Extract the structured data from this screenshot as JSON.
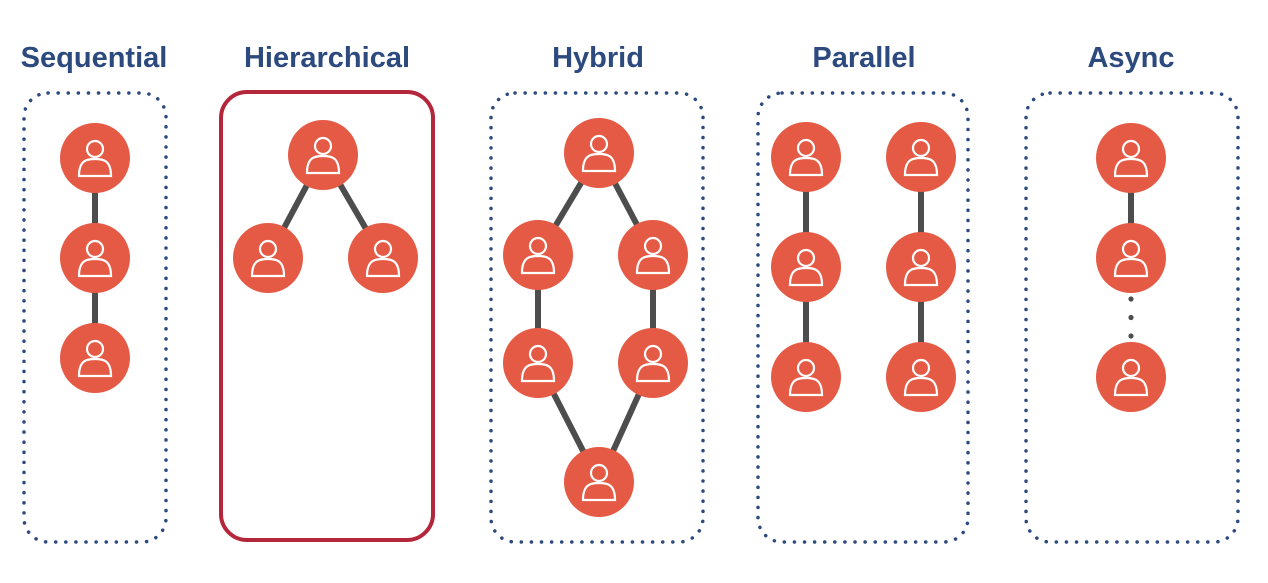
{
  "colors": {
    "node_fill": "#e55a45",
    "icon_stroke": "#ffffff",
    "edge": "#4d4d4d",
    "dotted_border": "#2c4a7e",
    "highlight_border": "#b3263b",
    "title_text": "#2c4a7e"
  },
  "node_icon": "person-icon",
  "panels": [
    {
      "id": "sequential",
      "title": "Sequential",
      "highlighted": false
    },
    {
      "id": "hierarchical",
      "title": "Hierarchical",
      "highlighted": true
    },
    {
      "id": "hybrid",
      "title": "Hybrid",
      "highlighted": false
    },
    {
      "id": "parallel",
      "title": "Parallel",
      "highlighted": false
    },
    {
      "id": "async",
      "title": "Async",
      "highlighted": false
    }
  ]
}
